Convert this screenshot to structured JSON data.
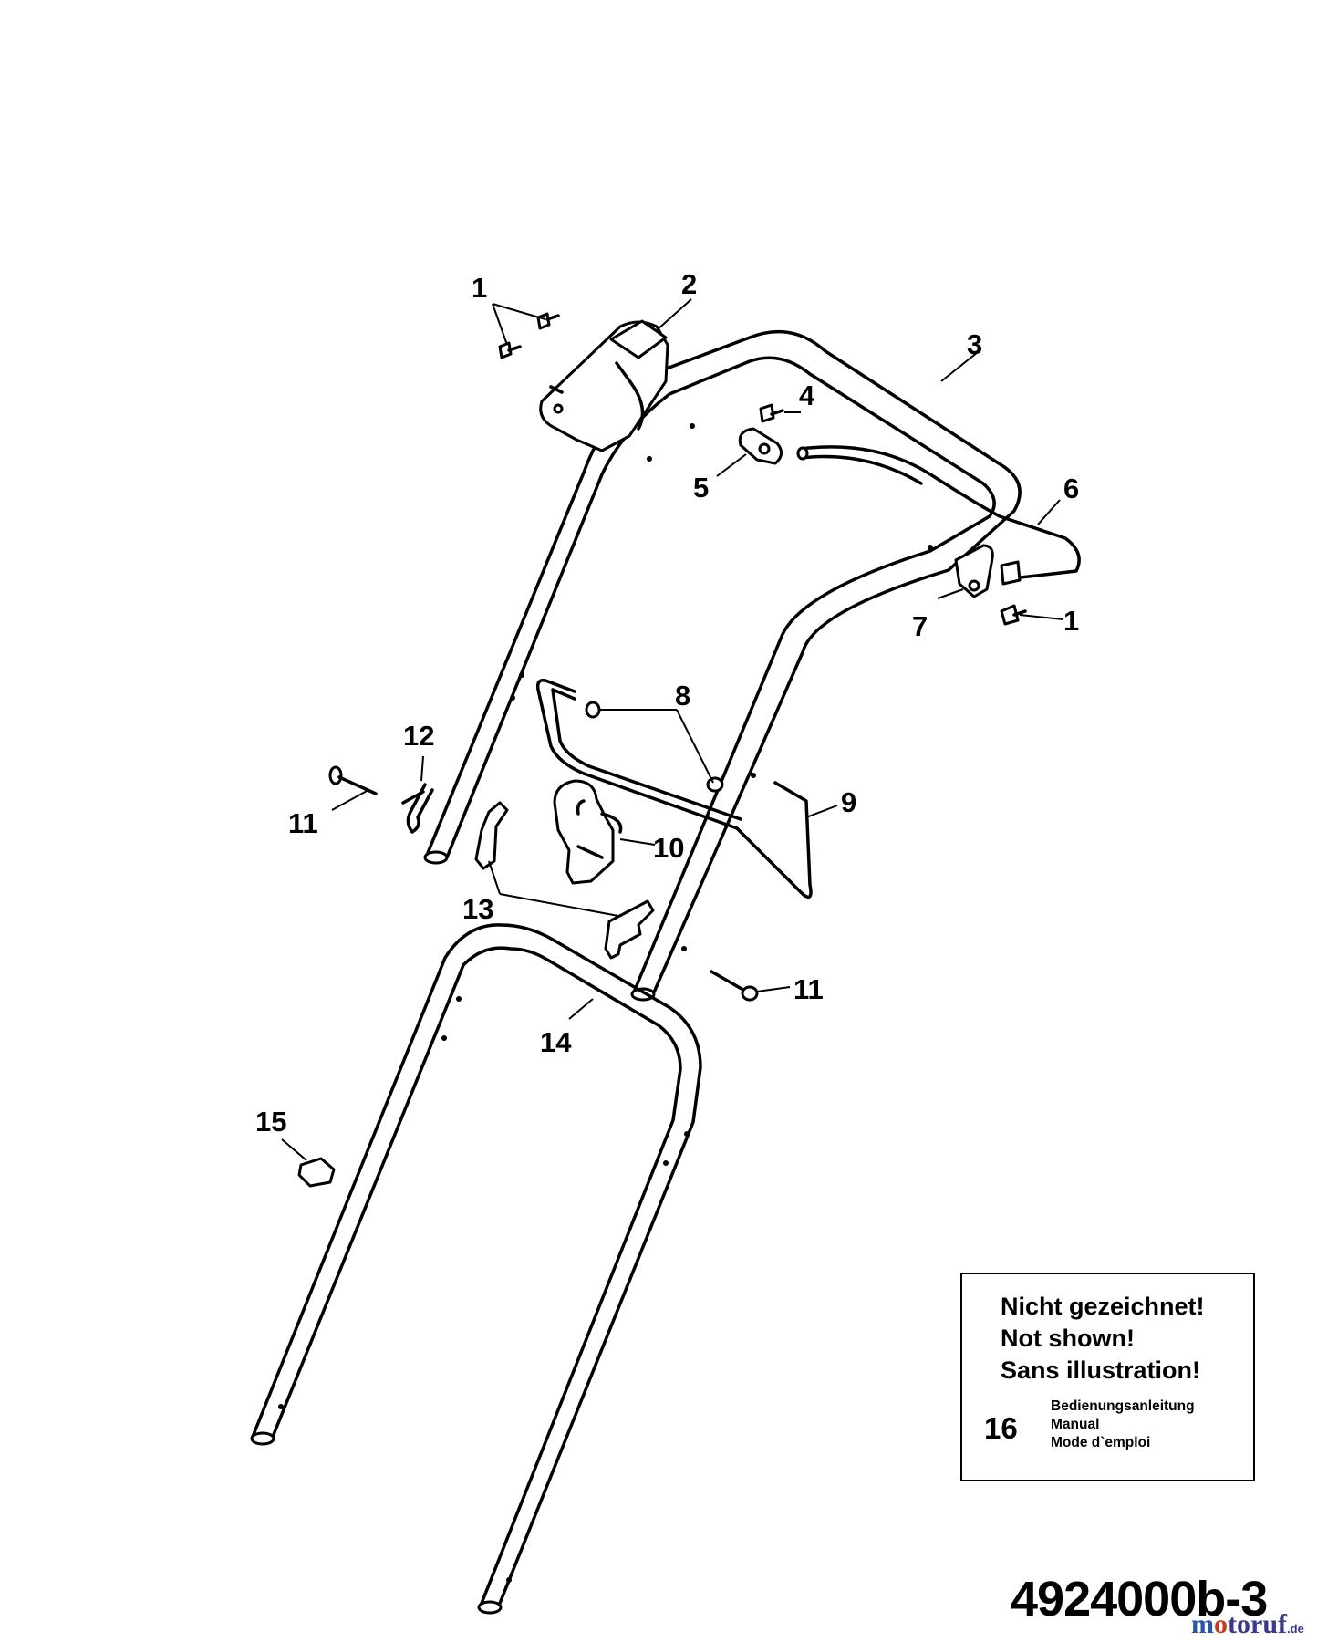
{
  "callouts": [
    "1",
    "2",
    "3",
    "4",
    "5",
    "6",
    "7",
    "1",
    "8",
    "12",
    "11",
    "9",
    "10",
    "13",
    "11",
    "14",
    "15"
  ],
  "not_shown": {
    "heading_de": "Nicht gezeichnet!",
    "heading_en": "Not shown!",
    "heading_fr": "Sans illustration!",
    "item_number": "16",
    "item_de": "Bedienungsanleitung",
    "item_en": "Manual",
    "item_fr": "Mode d`emploi"
  },
  "drawing_number": "4924000b-3",
  "watermark": {
    "main": "motoruf",
    "suffix": ".de",
    "color_m": "#2b55a8",
    "color_o": "#c23b22",
    "color_rest": "#3a3a8a"
  }
}
